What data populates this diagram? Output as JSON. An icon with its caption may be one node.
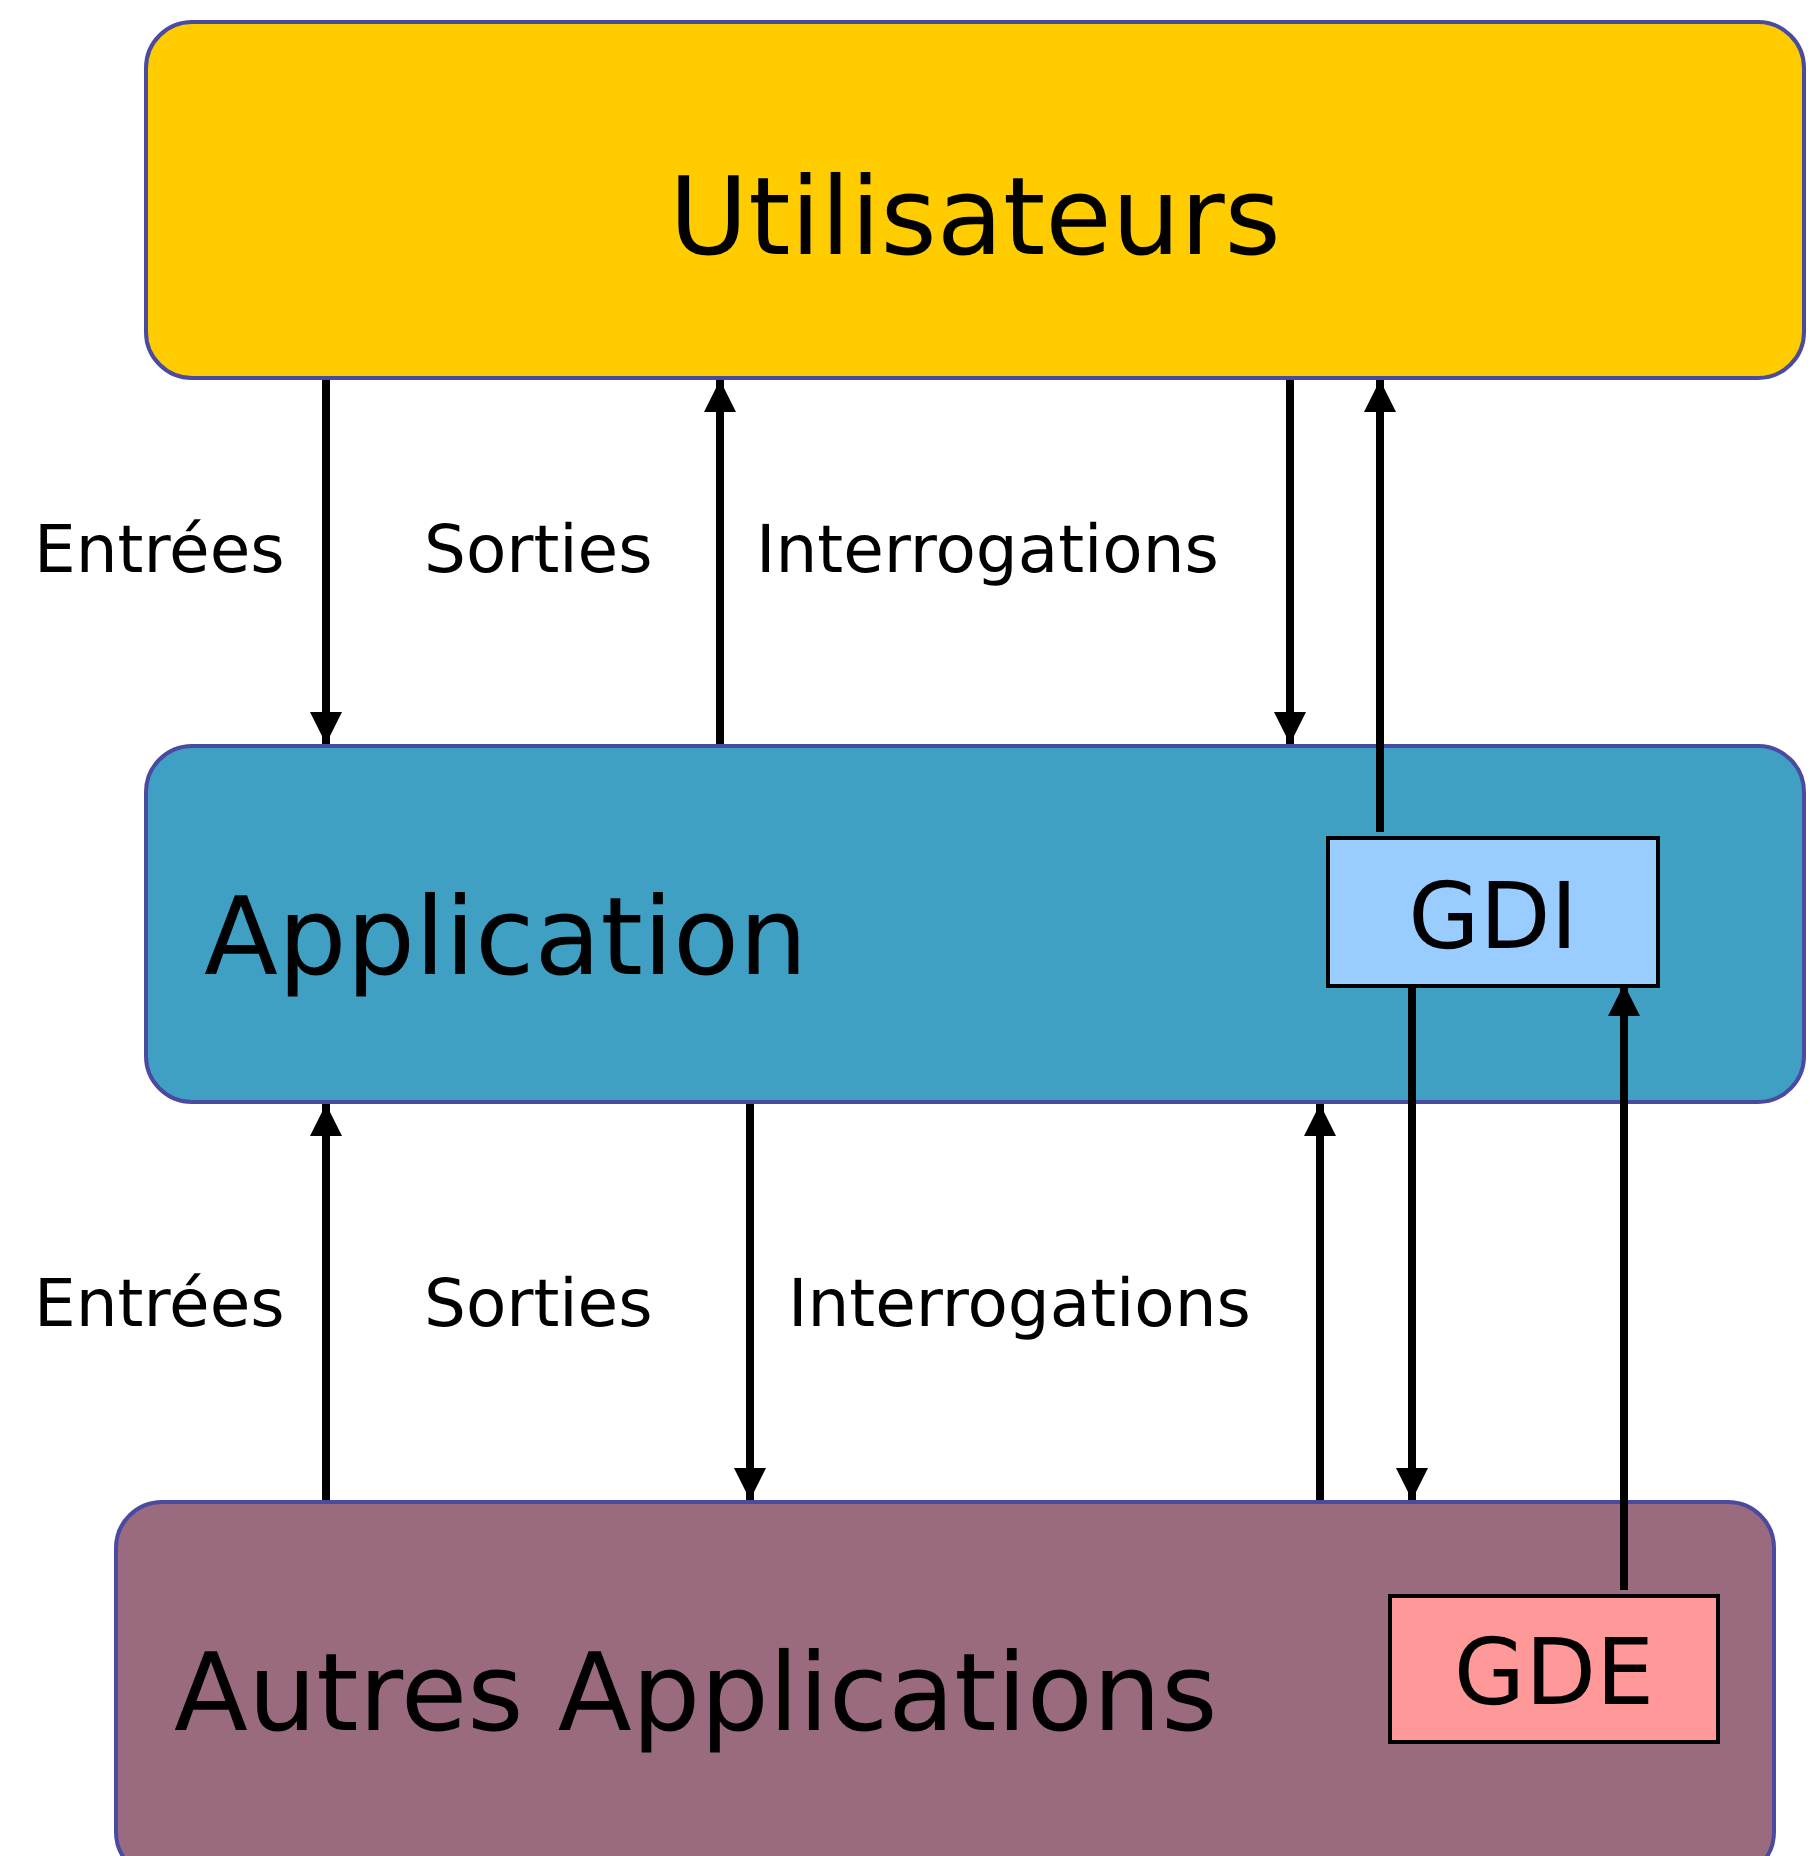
{
  "diagram": {
    "nodes": [
      {
        "text": [
          "Utilisateurs"
        ]
      },
      {
        "text": [
          "Application"
        ]
      },
      {
        "text": [
          "GDI"
        ],
        "in": 1
      },
      {
        "text": [
          "Autres Applications"
        ]
      },
      {
        "text": [
          "GDE"
        ],
        "in": 3
      }
    ],
    "edges": [
      {
        "from": 0,
        "to": 1,
        "arrow": "to",
        "label": "Entrées"
      },
      {
        "from": 1,
        "to": 0,
        "arrow": "to",
        "label": "Sorties"
      },
      {
        "from": 0,
        "to": 1,
        "arrow": "to",
        "label": "Interrogations"
      },
      {
        "from": 2,
        "to": 0,
        "arrow": "to"
      },
      {
        "from": 3,
        "to": 1,
        "arrow": "to",
        "label": "Entrées"
      },
      {
        "from": 1,
        "to": 3,
        "arrow": "to",
        "label": "Sorties"
      },
      {
        "from": 3,
        "to": 1,
        "arrow": "to",
        "label": "Interrogations"
      },
      {
        "from": 2,
        "to": 3,
        "arrow": "to"
      },
      {
        "from": 4,
        "to": 2,
        "arrow": "to"
      }
    ]
  }
}
